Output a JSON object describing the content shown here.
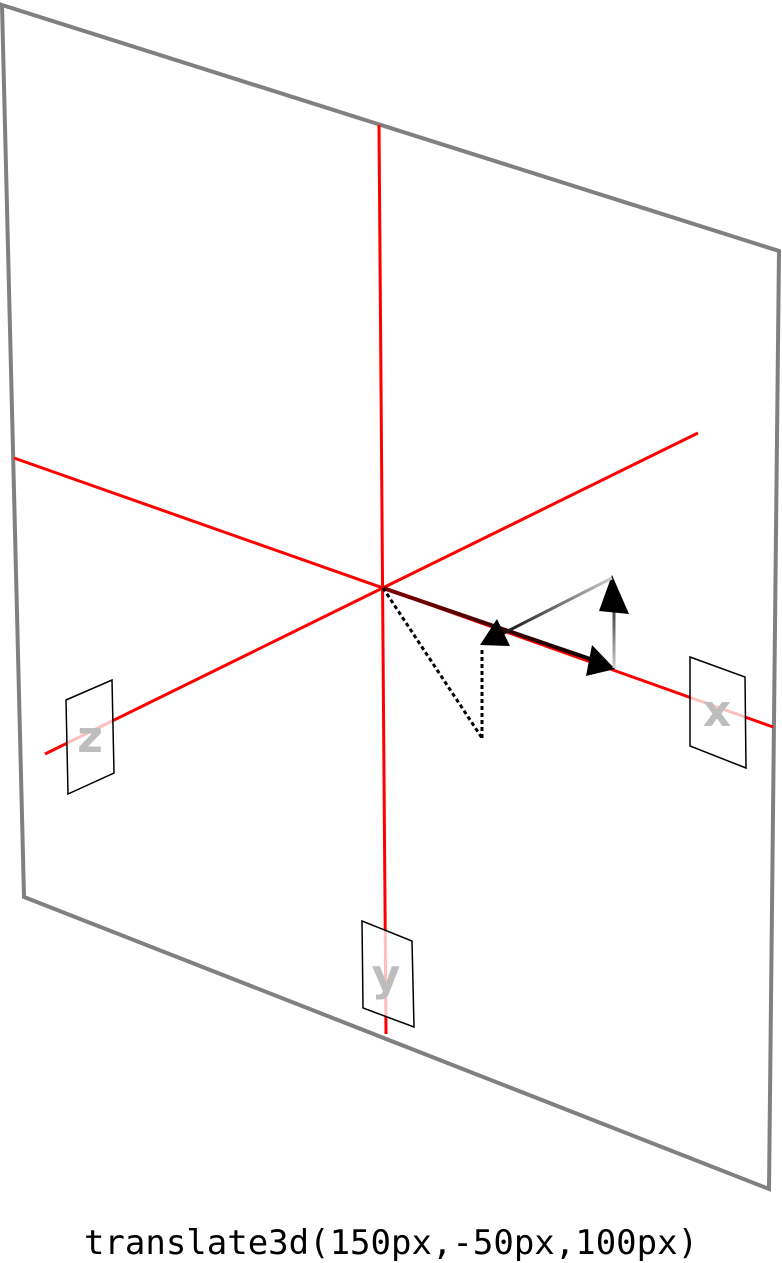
{
  "axes": {
    "x_label": "x",
    "y_label": "y",
    "z_label": "z"
  },
  "caption": "translate3d(150px,-50px,100px)",
  "colors": {
    "axis": "#ff0000",
    "plane": "#808080",
    "arrow": "#000000",
    "label_text": "#bdbdbd"
  }
}
